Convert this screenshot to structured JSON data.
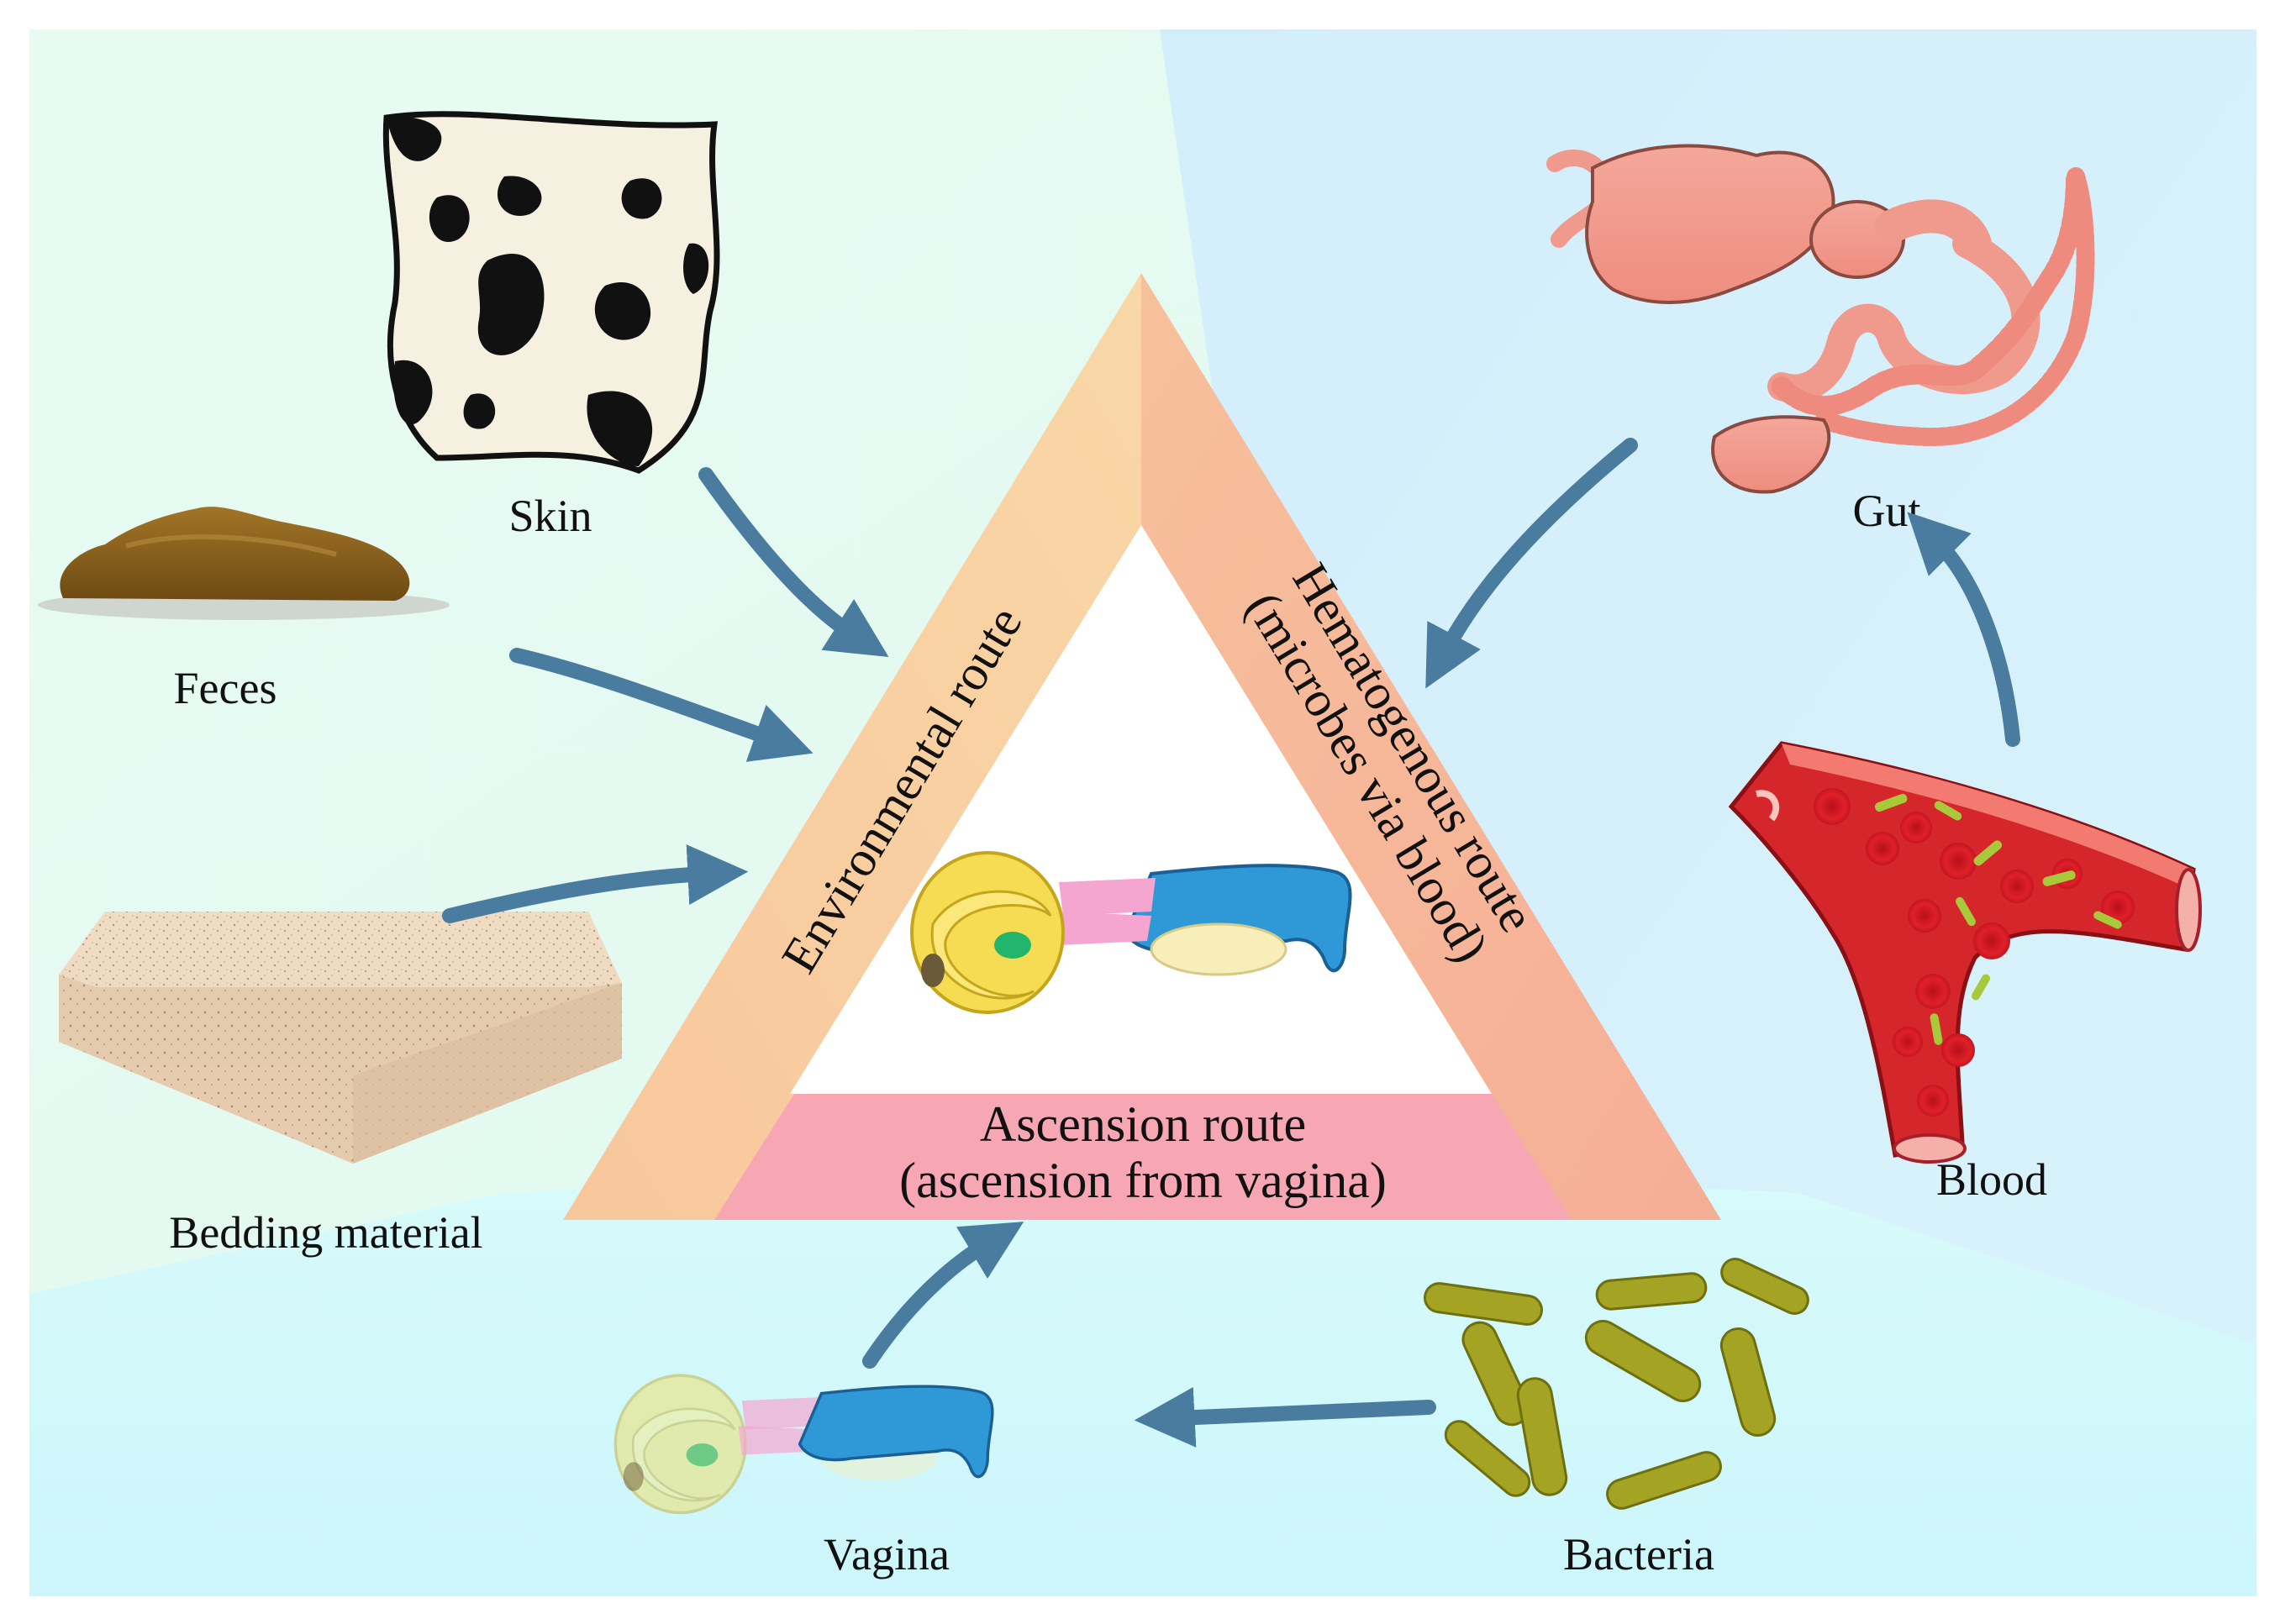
{
  "labels": {
    "skin": "Skin",
    "feces": "Feces",
    "bedding": "Bedding material",
    "gut": "Gut",
    "blood": "Blood",
    "vagina": "Vagina",
    "bacteria": "Bacteria"
  },
  "routes": {
    "environmental": "Environmental route",
    "hematogenous_line1": "Hematogenous route",
    "hematogenous_line2": "(microbes via blood)",
    "ascension_line1": "Ascension route",
    "ascension_line2": "(ascension from vagina)"
  },
  "colors": {
    "left_bg": "#e6fbf1",
    "right_bg": "#d6f1fb",
    "bottom_bg": "#d4f8fb",
    "triangle_orange": "#f8cfa0",
    "triangle_salmon": "#f7b49c",
    "triangle_pink": "#f7a9b4",
    "arrow": "#4a7ca0"
  }
}
